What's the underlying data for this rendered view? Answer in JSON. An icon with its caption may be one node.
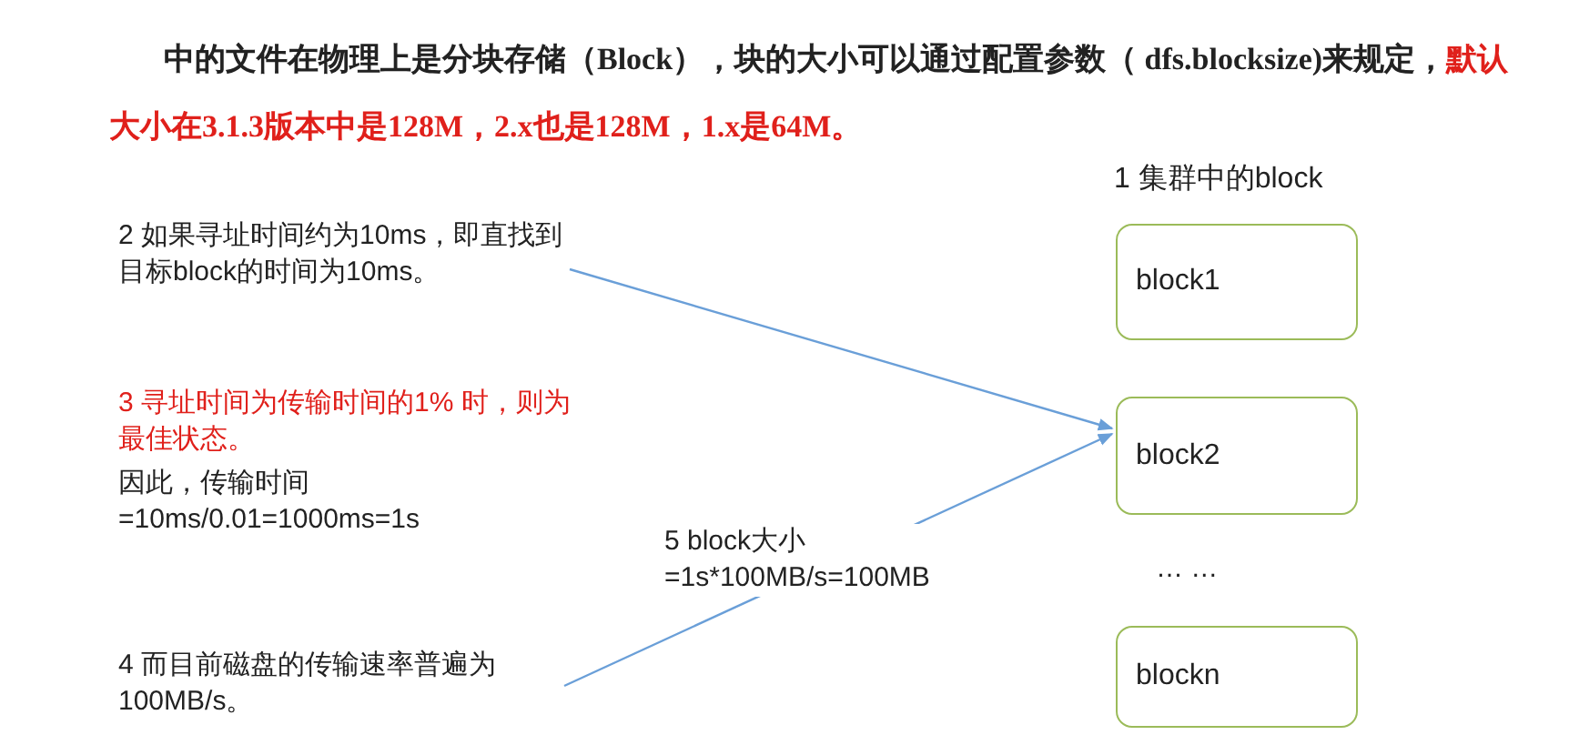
{
  "diagram": {
    "nodes": [
      {
        "text": [
          "2 如果寻址时间约为10ms，即直找到目标block的时间为10ms。"
        ]
      },
      {
        "text": [
          "block1"
        ]
      },
      {
        "text": [
          "block2"
        ]
      },
      {
        "text": [
          "4 而目前磁盘的传输速率普遍为100MB/s。"
        ]
      },
      {
        "text": [
          "blockn"
        ]
      }
    ],
    "edges": [
      {
        "from": 0,
        "to": 2,
        "arrow": "to"
      },
      {
        "from": 3,
        "to": 2,
        "arrow": "to"
      }
    ],
    "labels": [
      "中的文件在物理上是分块存储（Block），块的大小可以通过配置参数（ dfs.blocksize)来规定，",
      "默认大小在3.1.3版本中是128M，2.x也是128M，1.x是64M。",
      "1 集群中的block",
      "3 寻址时间为传输时间的1% 时，则为最佳状态。",
      "因此，传输时间 =10ms/0.01=1000ms=1s",
      "5 block大小 =1s*100MB/s=100MB",
      "… …"
    ]
  }
}
